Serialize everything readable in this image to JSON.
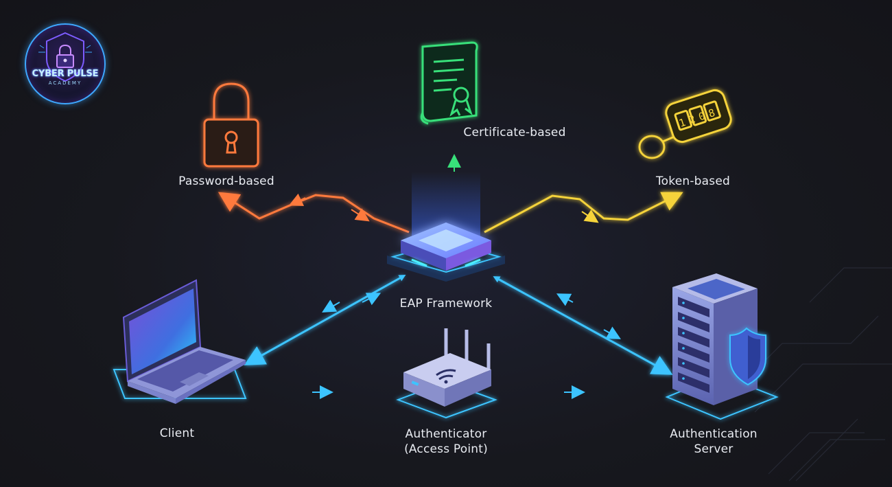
{
  "logo": {
    "title": "CYBER PULSE",
    "subtitle": "ACADEMY"
  },
  "nodes": {
    "password": {
      "label": "Password-based"
    },
    "certificate": {
      "label": "Certificate-based"
    },
    "token": {
      "label": "Token-based",
      "token_digits": "1208"
    },
    "eap": {
      "label": "EAP Framework"
    },
    "client": {
      "label": "Client"
    },
    "authenticator": {
      "line1": "Authenticator",
      "line2": "(Access Point)"
    },
    "server": {
      "line1": "Authentication",
      "line2": "Server"
    }
  },
  "icons": [
    "padlock-icon",
    "certificate-icon",
    "token-icon",
    "eap-cube-icon",
    "laptop-icon",
    "router-icon",
    "server-icon",
    "shield-icon"
  ],
  "colors": {
    "background": "#16171c",
    "password": "#ff7a3d",
    "certificate": "#38e07a",
    "token": "#f5d33a",
    "link": "#3cc4ff",
    "eap_glow": "#6e8dff",
    "text": "#e9ecf2"
  }
}
